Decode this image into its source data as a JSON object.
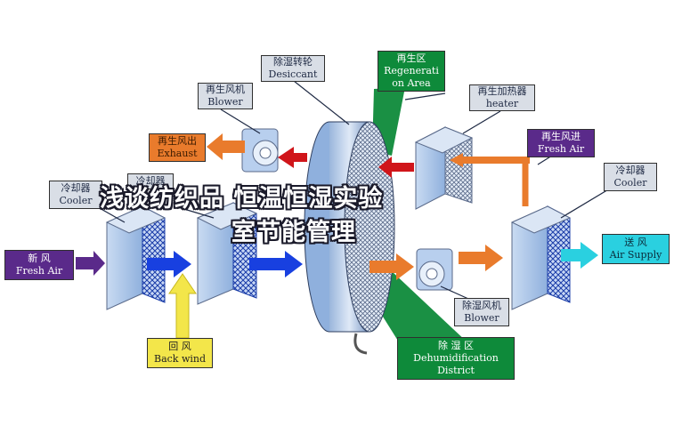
{
  "labels": {
    "desiccant": {
      "zh": "除湿转轮",
      "en": "Desiccant"
    },
    "regeneration_area": {
      "zh": "再生区",
      "en": "Regenerati",
      "en2": "on Area"
    },
    "regen_blower": {
      "zh": "再生风机",
      "en": "Blower"
    },
    "regen_heater": {
      "zh": "再生加热器",
      "en": "heater"
    },
    "exhaust": {
      "zh": "再生风出",
      "en": "Exhaust"
    },
    "regen_fresh_air": {
      "zh": "再生风进",
      "en": "Fresh Air"
    },
    "cooler_left": {
      "zh": "冷却器",
      "en": "Cooler"
    },
    "cooler_mid": {
      "zh": "冷却器",
      "en": ""
    },
    "cooler_right": {
      "zh": "冷却器",
      "en": "Cooler"
    },
    "fresh_air": {
      "zh": "新    风",
      "en": "Fresh Air"
    },
    "air_supply": {
      "zh": "送  风",
      "en": "Air Supply"
    },
    "dehum_blower": {
      "zh": "除湿风机",
      "en": "Blower"
    },
    "back_wind": {
      "zh": "回    风",
      "en": "Back wind"
    },
    "dehum_district": {
      "zh": "除    湿    区",
      "en": "Dehumidification",
      "en2": "District"
    }
  },
  "caption": {
    "line1": "浅谈纺织品 恒温恒湿实验",
    "line2": "室节能管理"
  },
  "colors": {
    "box_label": "#d9dee6",
    "green_zone": "#0e8a3a",
    "yellow_arrow": "#f3e64a",
    "orange_arrow": "#e97b2c",
    "purple_label": "#5a2a8a",
    "cyan_arrow": "#2ad0e0",
    "blue_arrow": "#1840e0",
    "red_arrow": "#d0151a",
    "panel_blue": "#a9c6ea",
    "mesh_blue": "#1a3ca8"
  }
}
